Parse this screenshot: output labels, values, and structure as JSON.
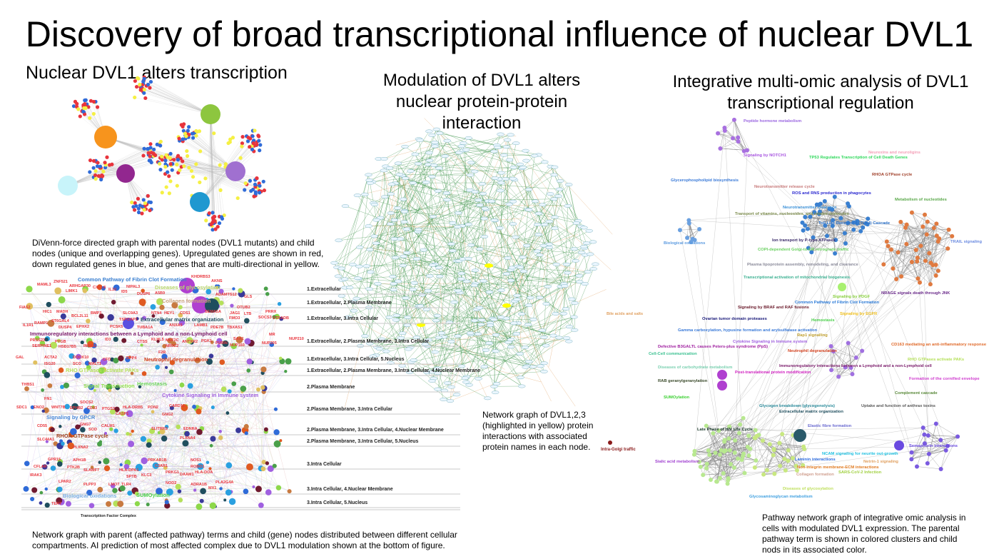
{
  "slide": {
    "title": "Discovery of broad transcriptional influence of nuclear DVL1",
    "panels": {
      "left_title": "Nuclear DVL1 alters transcription",
      "center_title": "Modulation of DVL1 alters nuclear protein-protein interaction",
      "right_title": "Integrative multi-omic analysis of DVL1 transcriptional regulation"
    },
    "captions": {
      "divenn": "DiVenn-force directed graph with parental nodes (DVL1 mutants) and child nodes (unique and overlapping genes). Upregulated genes are shown in red, down regulated genes in blue, and genes that are multi-directional in yellow.",
      "compartment": "Network graph with parent (affected pathway) terms and child (gene) nodes distributed between different cellular compartments. AI prediction of most affected complex due to DVL1 modulation shown at the bottom of figure.",
      "ppi": "Network graph of DVL1,2,3 (highlighted in yellow) protein interactions with associated protein names in each node.",
      "pathway": "Pathway network graph of integrative omic analysis in cells with modulated DVL1 expression. The parental pathway term is shown in colored clusters and child nods in its associated color."
    }
  },
  "colors": {
    "up": "#e8343c",
    "down": "#2f6bd8",
    "multi": "#f5f044",
    "ppi_edge": "#2e8b3a",
    "edge": "#9a9a9a"
  },
  "compartments": [
    "1.Extracellular",
    "1.Extracellular, 2.Plasma Membrane",
    "1.Extracellular, 3.Intra Cellular",
    "1.Extracellular, 2.Plasma Membrane, 3.Intra Cellular",
    "1.Extracellular, 3.Intra Cellular, 5.Nucleus",
    "1.Extracellular, 2.Plasma Membrane, 3.Intra Cellular, 4.Nuclear Membrane",
    "2.Plasma Membrane",
    "2.Plasma Membrane, 3.Intra Cellular",
    "2.Plasma Membrane, 3.Intra Cellular, 4.Nuclear Membrane",
    "2.Plasma Membrane, 3.Intra Cellular, 5.Nucleus",
    "3.Intra Cellular",
    "3.Intra Cellular, 4.Nuclear Membrane",
    "3.Intra Cellular, 5.Nucleus"
  ],
  "left_pathways": [
    {
      "text": "Common Pathway of Fibrin Clot Formation",
      "color": "#3a7fd0"
    },
    {
      "text": "Diseases of glycosylation",
      "color": "#b8d86a"
    },
    {
      "text": "Collagen formation",
      "color": "#c9a27c"
    },
    {
      "text": "Extracellular matrix organization",
      "color": "#1f4e5e"
    },
    {
      "text": "Neutrophil degranulation",
      "color": "#d2401e"
    },
    {
      "text": "RHO GTPases activate PAKs",
      "color": "#b5e05a"
    },
    {
      "text": "Immunoregulatory interactions between a Lymphoid and a non-Lymphoid cell",
      "color": "#7a1a6a"
    },
    {
      "text": "Signal Transduction",
      "color": "#8ee04a"
    },
    {
      "text": "Hemostasis",
      "color": "#6cd45a"
    },
    {
      "text": "Cytokine Signaling in Immune system",
      "color": "#a060e0"
    },
    {
      "text": "Signaling by GPCR",
      "color": "#4a8ad8"
    },
    {
      "text": "RHOA GTPase cycle",
      "color": "#a0401e"
    },
    {
      "text": "Biological oxidations",
      "color": "#7aaee0"
    },
    {
      "text": "SUMOylation",
      "color": "#4ad04a"
    }
  ],
  "left_genes": [
    "ZNF521",
    "KHDRBS3",
    "MAML3",
    "NIPAL3",
    "CXCL8",
    "IL10",
    "ADAMTS12",
    "FIAS2",
    "HIC1",
    "OTUB2",
    "JAG1",
    "RAMP1",
    "SLC9A3",
    "BMP2",
    "NTN4",
    "SEMA5A",
    "LTB",
    "IL1R1",
    "EPHX2",
    "PCSK5",
    "TUBA1A",
    "ANXA5",
    "LAMB1",
    "PRSS23",
    "PYGB",
    "CTSS",
    "PGK1",
    "SAA1",
    "MR",
    "GAL",
    "ACTA2",
    "DOCK10",
    "CFD",
    "DPP4",
    "F2R",
    "ANTXR2",
    "FURIN",
    "SERPINE1",
    "THBS1",
    "FN1",
    "SOCS2",
    "SDC1",
    "ENO2",
    "WNT7B",
    "EPHB2",
    "CD83",
    "PTGS2",
    "CASP1",
    "HLA-DRB5",
    "CARD11",
    "PON2",
    "GNG2",
    "GNG7",
    "CALM1",
    "CD55",
    "SOD",
    "SLITRK5",
    "EDNRA",
    "SLC44A1",
    "PLXNA4",
    "PLXNA2",
    "GPR15",
    "APH1B",
    "PRKAR1B",
    "C3AR1",
    "NOS1",
    "ROBO1",
    "CFLAR",
    "PTK2B",
    "SLAMF7",
    "HLA-DPA1",
    "SPTB",
    "KLC3",
    "PRKG1",
    "DAAM1",
    "HLA-DOA",
    "IRAK3",
    "LPAR2",
    "PLPP3",
    "LMO7",
    "TLR4",
    "NOD2",
    "ADRA1B",
    "MX1",
    "TERT",
    "PLA2G4A",
    "ARHGAP30",
    "AKNS",
    "LIMK1",
    "A5B9",
    "ID5",
    "DUSP6",
    "GLS",
    "MADH",
    "BCL2L11",
    "PRRX",
    "SOCS3",
    "DUSP4",
    "HEY1",
    "TSPOAP1",
    "CDS1",
    "FMO3",
    "STRADB",
    "ST6GAL4",
    "ID3",
    "KLHL5",
    "MEF2C",
    "PDE7B",
    "TBXAS1",
    "HSD17B5",
    "INSIG1",
    "NR0C2",
    "NUP160",
    "NUP205",
    "NUP210",
    "ISG20",
    "SCO",
    "MALT1"
  ],
  "complex_label": "Transcription Factor Complex",
  "right_pathways": [
    {
      "text": "Peptide hormone metabolism",
      "color": "#9a66e0"
    },
    {
      "text": "Signaling by NOTCH1",
      "color": "#a855e0"
    },
    {
      "text": "TP53 Regulates Transcription of Cell Death Genes",
      "color": "#2ed85a"
    },
    {
      "text": "Neurexins and neuroligins",
      "color": "#f4a0b8"
    },
    {
      "text": "RHOA GTPase cycle",
      "color": "#a0402a"
    },
    {
      "text": "Glycerophospholipid biosynthesis",
      "color": "#3a7ad8"
    },
    {
      "text": "Neurotransmitter release cycle",
      "color": "#c87a7a"
    },
    {
      "text": "ROS and RNS production in phagocytes",
      "color": "#2a28d0"
    },
    {
      "text": "Metabolism of nucleotides",
      "color": "#5aa84a"
    },
    {
      "text": "Neurotransmitter clearance",
      "color": "#3a90d8"
    },
    {
      "text": "Transport of vitamins, nucleosides, and related molecules",
      "color": "#7a8a4a"
    },
    {
      "text": "Toll Like Receptor 4 (TLR4) Cascade",
      "color": "#2a70c8"
    },
    {
      "text": "Ion transport by P-type ATPases",
      "color": "#3a2a6a"
    },
    {
      "text": "TRAIL signaling",
      "color": "#6a8ae0"
    },
    {
      "text": "Biological oxidations",
      "color": "#5a9ae0"
    },
    {
      "text": "COPI-dependent Golgi-to-ER retrograde traffic",
      "color": "#6ad060"
    },
    {
      "text": "Plasma lipoprotein assembly, remodeling, and clearance",
      "color": "#8a8a9a"
    },
    {
      "text": "Transcriptional activation of mitochondrial biogenesis",
      "color": "#3ab090"
    },
    {
      "text": "NRAGE signals death through JNK",
      "color": "#6a2a8a"
    },
    {
      "text": "Signaling by PDGF",
      "color": "#8ad040"
    },
    {
      "text": "Signaling by BRAF and RAF fusions",
      "color": "#6a1a2a"
    },
    {
      "text": "Common Pathway of Fibrin Clot Formation",
      "color": "#2a7ad8"
    },
    {
      "text": "Signaling by EGFR",
      "color": "#f0c020"
    },
    {
      "text": "Ovarian tumor domain proteases",
      "color": "#1a1a7a"
    },
    {
      "text": "Hemostasis",
      "color": "#4ad04a"
    },
    {
      "text": "Gamma carboxylation, hypusine formation and arylsulfatase activation",
      "color": "#3a7ad8"
    },
    {
      "text": "Rap1 signalling",
      "color": "#c0a030"
    },
    {
      "text": "CD163 mediating an anti-inflammatory response",
      "color": "#e06a2a"
    },
    {
      "text": "Cytokine Signaling in Immune system",
      "color": "#a060e0"
    },
    {
      "text": "Defective B3GALTL causes Peters-plus syndrome (PpS)",
      "color": "#a020a0"
    },
    {
      "text": "Neutrophil degranulation",
      "color": "#d2401e"
    },
    {
      "text": "RHO GTPases activate PAKs",
      "color": "#b5e05a"
    },
    {
      "text": "Cell-Cell communication",
      "color": "#3ac090"
    },
    {
      "text": "Immunoregulatory interactions between a Lymphoid and a non-Lymphoid cell",
      "color": "#7a1a6a"
    },
    {
      "text": "Diseases of carbohydrate metabolism",
      "color": "#7ad0b0"
    },
    {
      "text": "Post-translational protein modification",
      "color": "#d020c0"
    },
    {
      "text": "Formation of the cornified envelope",
      "color": "#d040d0"
    },
    {
      "text": "RAB geranylgeranylation",
      "color": "#3a4a2a"
    },
    {
      "text": "Complement cascade",
      "color": "#5a8a3a"
    },
    {
      "text": "SUMOylation",
      "color": "#3ad030"
    },
    {
      "text": "Uptake and function of anthrax toxins",
      "color": "#5a5a5a"
    },
    {
      "text": "Glycogen breakdown (glycogenolysis)",
      "color": "#2a8a9a"
    },
    {
      "text": "Extracellular matrix organization",
      "color": "#1f4e5e"
    },
    {
      "text": "Elastic fibre formation",
      "color": "#6a6ad0"
    },
    {
      "text": "Late Phase of HIV Life Cycle",
      "color": "#1a3a2a"
    },
    {
      "text": "Semaphorin interactions",
      "color": "#6a4ae0"
    },
    {
      "text": "NCAM signaling for neurite out-growth",
      "color": "#20c0e0"
    },
    {
      "text": "Laminin interactions",
      "color": "#2a6ae0"
    },
    {
      "text": "Netrin-1 signaling",
      "color": "#e0a060"
    },
    {
      "text": "Sialic acid metabolism",
      "color": "#a040d0"
    },
    {
      "text": "Non-integrin membrane-ECM interactions",
      "color": "#e07a20"
    },
    {
      "text": "SARS-CoV-2 Infection",
      "color": "#a0d040"
    },
    {
      "text": "Collagen formation",
      "color": "#d0a090"
    },
    {
      "text": "Diseases of glycosylation",
      "color": "#c0e060"
    },
    {
      "text": "Glycosaminoglycan metabolism",
      "color": "#40a0e0"
    }
  ],
  "other_labels": {
    "ppi_stray_a": "Bile acids and salts",
    "ppi_stray_b": "Intra-Golgi traffic"
  }
}
